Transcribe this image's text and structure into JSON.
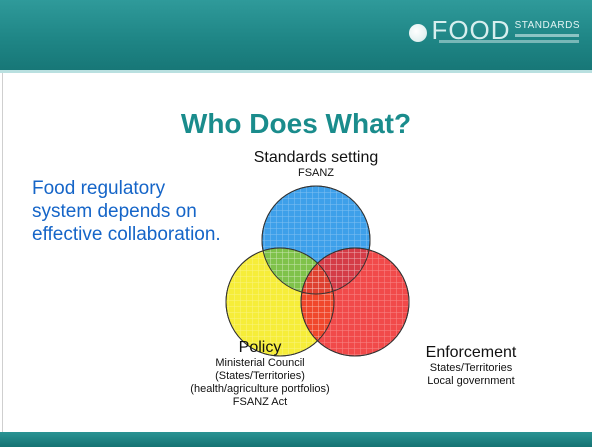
{
  "header": {
    "logo_word": "FOOD",
    "logo_standards": "STANDARDS"
  },
  "title": "Who Does What?",
  "intro_text": "Food regulatory system depends on effective collaboration.",
  "circles": {
    "standards": {
      "heading": "Standards setting",
      "lines": [
        "FSANZ"
      ],
      "color": "#3ea0ea"
    },
    "policy": {
      "heading": "Policy",
      "lines": [
        "Ministerial Council",
        "(States/Territories)",
        "(health/agriculture portfolios)",
        "FSANZ Act"
      ],
      "color": "#f5ea1e"
    },
    "enforcement": {
      "heading": "Enforcement",
      "lines": [
        "States/Territories",
        "Local government"
      ],
      "color": "#ee2a2a"
    }
  },
  "colors": {
    "accent": "#1a8c8c",
    "intro_text": "#1565c8",
    "header_band": "#1f8686"
  }
}
